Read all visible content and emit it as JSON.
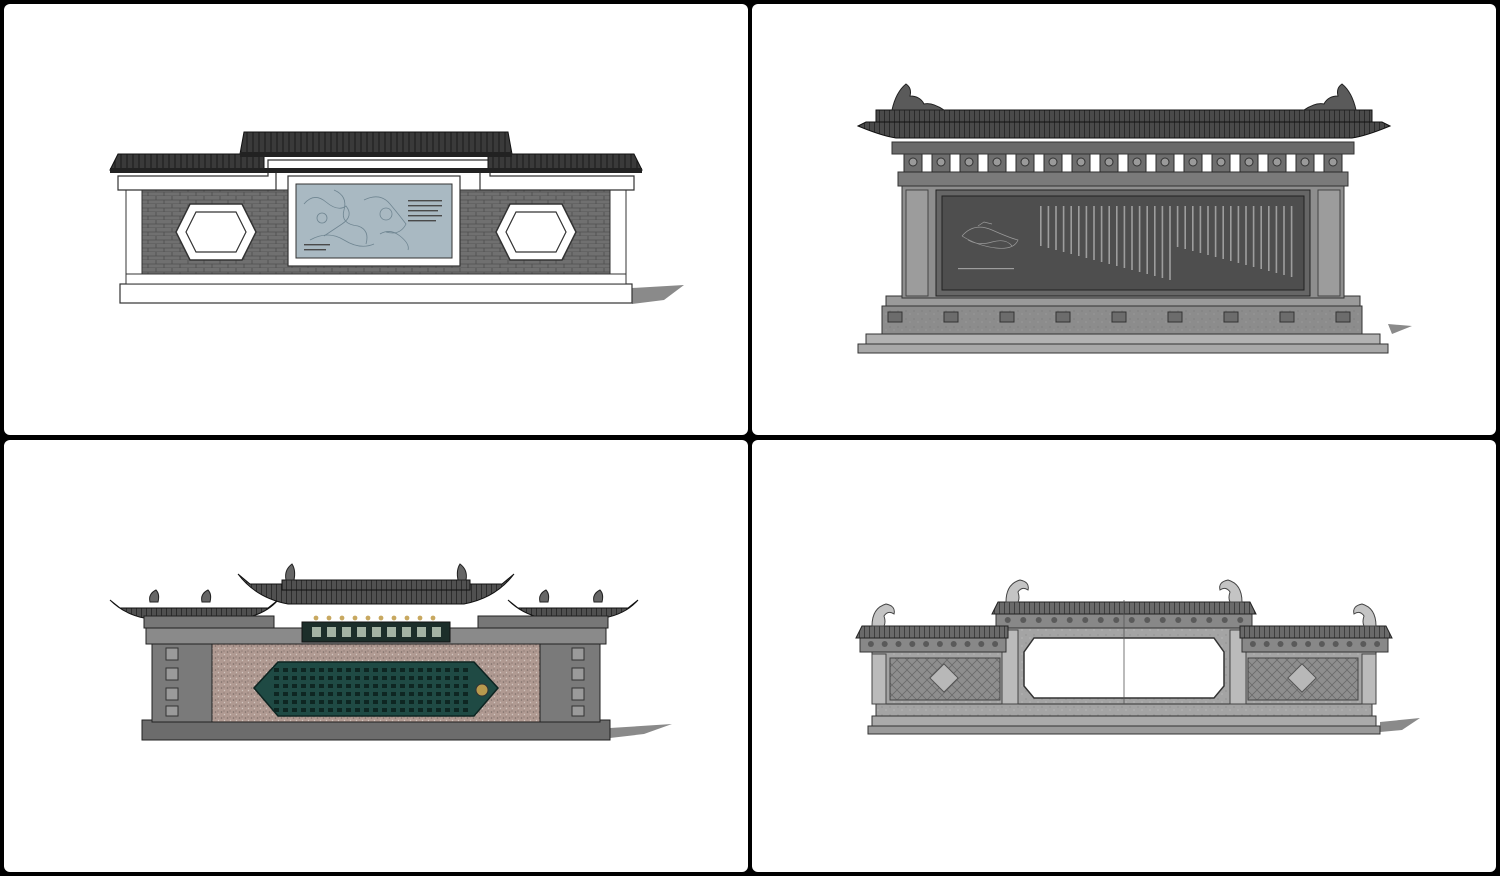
{
  "panels": [
    {
      "id": "screen-wall-brick-hexagon-windows"
    },
    {
      "id": "screen-wall-imperial-inscription"
    },
    {
      "id": "screen-wall-temple-green-panel"
    },
    {
      "id": "screen-wall-stone-blank-panel"
    }
  ],
  "colors": {
    "background": "#000000",
    "panel": "#ffffff",
    "roof": "#2e2e2e",
    "brick": "#6e6e6e",
    "stone_light": "#b8b8b8",
    "stone_dark": "#555555",
    "relief": "#9eb0ba",
    "green_panel": "#1f4a44"
  }
}
